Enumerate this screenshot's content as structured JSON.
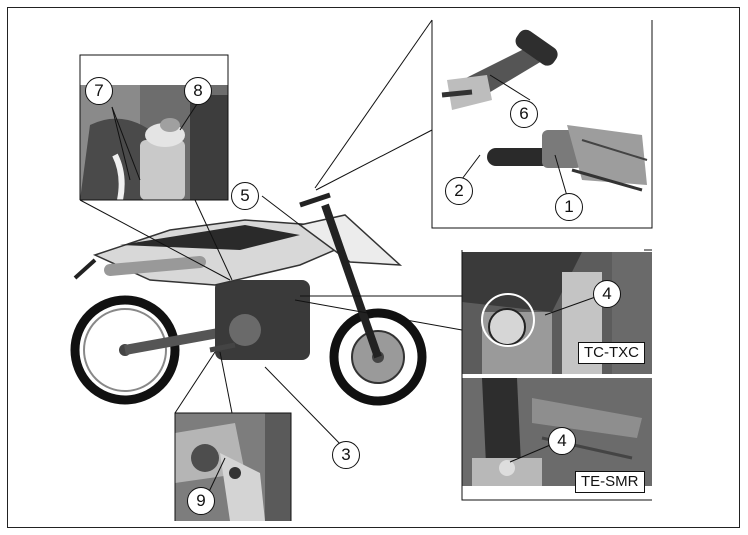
{
  "callouts": {
    "c1": "1",
    "c2": "2",
    "c3": "3",
    "c4a": "4",
    "c4b": "4",
    "c5": "5",
    "c6": "6",
    "c7": "7",
    "c8": "8",
    "c9": "9"
  },
  "labels": {
    "tc_txc": "TC-TXC",
    "te_smr": "TE-SMR"
  }
}
